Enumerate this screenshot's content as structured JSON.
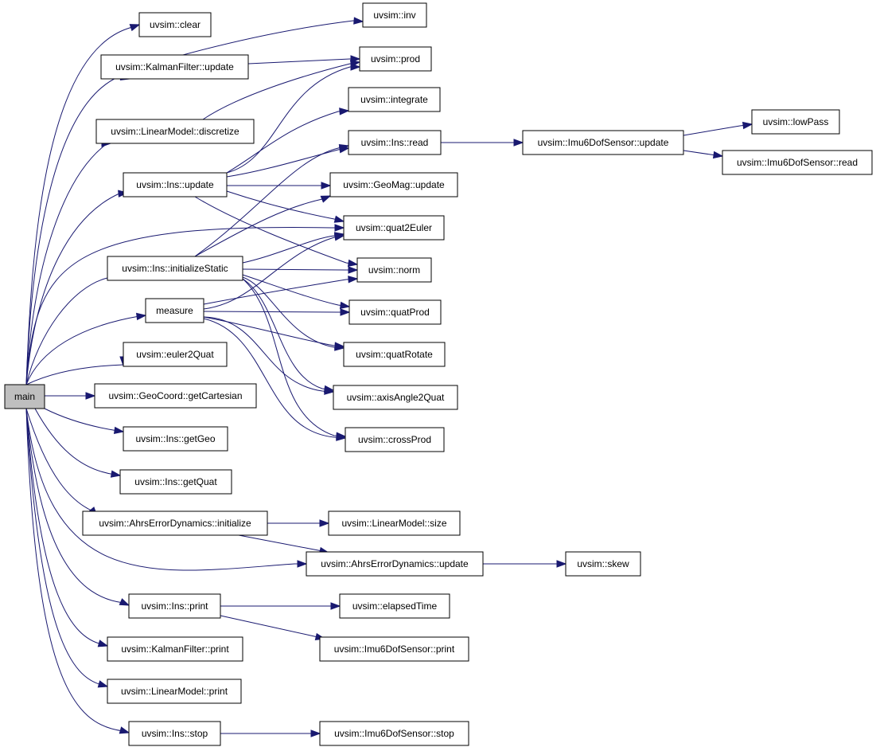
{
  "colors": {
    "edge": "#191970",
    "node_border": "#000000",
    "root_fill": "#bfbfbf",
    "node_fill": "#ffffff"
  },
  "nodes": {
    "main": "main",
    "clear": "uvsim::clear",
    "inv": "uvsim::inv",
    "kf_update": "uvsim::KalmanFilter::update",
    "prod": "uvsim::prod",
    "integrate": "uvsim::integrate",
    "lm_discretize": "uvsim::LinearModel::discretize",
    "ins_read": "uvsim::Ins::read",
    "imu_update": "uvsim::Imu6DofSensor::update",
    "lowpass": "uvsim::lowPass",
    "imu_read": "uvsim::Imu6DofSensor::read",
    "ins_update": "uvsim::Ins::update",
    "geomag_update": "uvsim::GeoMag::update",
    "quat2euler": "uvsim::quat2Euler",
    "ins_init_static": "uvsim::Ins::initializeStatic",
    "norm": "uvsim::norm",
    "measure": "measure",
    "quatprod": "uvsim::quatProd",
    "quatrotate": "uvsim::quatRotate",
    "euler2quat": "uvsim::euler2Quat",
    "axisangle2quat": "uvsim::axisAngle2Quat",
    "geocoord_getcartesian": "uvsim::GeoCoord::getCartesian",
    "crossprod": "uvsim::crossProd",
    "ins_getgeo": "uvsim::Ins::getGeo",
    "ins_getquat": "uvsim::Ins::getQuat",
    "ahrs_initialize": "uvsim::AhrsErrorDynamics::initialize",
    "lm_size": "uvsim::LinearModel::size",
    "ahrs_update": "uvsim::AhrsErrorDynamics::update",
    "skew": "uvsim::skew",
    "ins_print": "uvsim::Ins::print",
    "elapsedtime": "uvsim::elapsedTime",
    "kf_print": "uvsim::KalmanFilter::print",
    "imu_print": "uvsim::Imu6DofSensor::print",
    "lm_print": "uvsim::LinearModel::print",
    "ins_stop": "uvsim::Ins::stop",
    "imu_stop": "uvsim::Imu6DofSensor::stop"
  }
}
